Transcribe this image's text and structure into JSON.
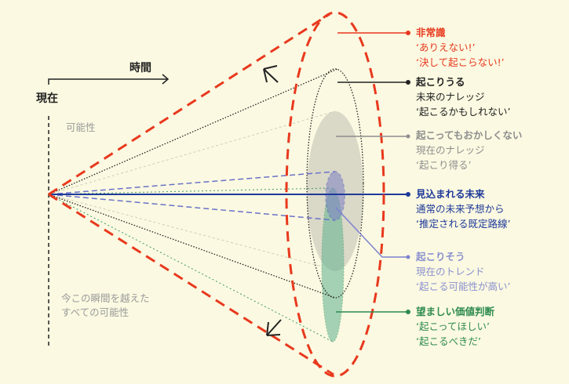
{
  "axis": {
    "time_label": "時間",
    "now_label": "現在",
    "possibility_label": "可能性",
    "beyond_label_1": "今この瞬間を越えた",
    "beyond_label_2": "すべての可能性"
  },
  "colors": {
    "bg": "#fbf9e1",
    "red": "#e8391e",
    "black": "#222222",
    "gray": "#8e8e8e",
    "blue": "#1f3a9a",
    "lightblue": "#8a90cf",
    "green": "#2e8b4f"
  },
  "groups": [
    {
      "title": "非常識",
      "line1": "‘ありえない!’",
      "line2": "‘決して起こらない!’"
    },
    {
      "title": "起こりうる",
      "line1": "未来のナレッジ",
      "line2": "‘起こるかもしれない’"
    },
    {
      "title": "起こってもおかしくない",
      "line1": "現在のナレッジ",
      "line2": "‘起こり得る’"
    },
    {
      "title": "見込まれる未来",
      "line1": "通常の未来予想から",
      "line2": "‘推定される既定路線’"
    },
    {
      "title": "起こりそう",
      "line1": "現在のトレンド",
      "line2": "‘起こる可能性が高い’"
    },
    {
      "title": "望ましい価値判断",
      "line1": "‘起こってほしい’",
      "line2": "‘起こるべきだ’"
    }
  ]
}
